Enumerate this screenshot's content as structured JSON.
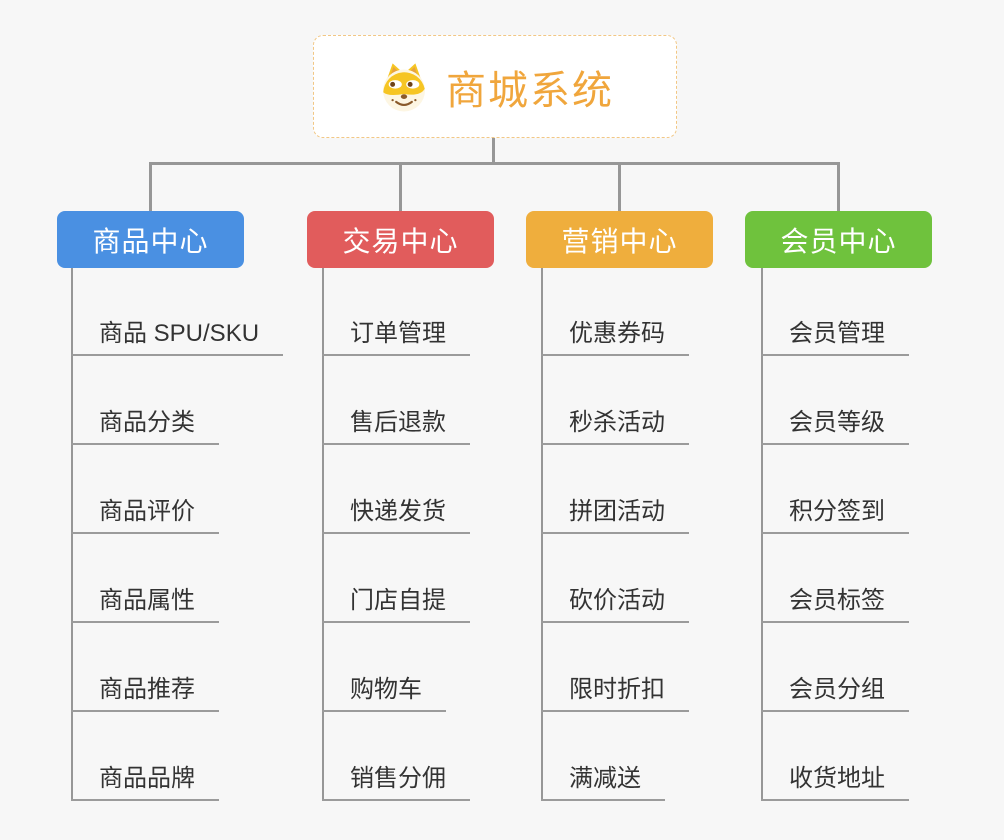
{
  "root": {
    "title": "商城系统",
    "icon": "doge-icon",
    "title_color": "#F0A63C",
    "border_color": "#F2C784"
  },
  "connector_color": "#979797",
  "background_color": "#F7F7F7",
  "branches": [
    {
      "label": "商品中心",
      "color": "#4A90E2",
      "items": [
        "商品 SPU/SKU",
        "商品分类",
        "商品评价",
        "商品属性",
        "商品推荐",
        "商品品牌"
      ]
    },
    {
      "label": "交易中心",
      "color": "#E15C5C",
      "items": [
        "订单管理",
        "售后退款",
        "快递发货",
        "门店自提",
        "购物车",
        "销售分佣"
      ]
    },
    {
      "label": "营销中心",
      "color": "#EFAE3D",
      "items": [
        "优惠券码",
        "秒杀活动",
        "拼团活动",
        "砍价活动",
        "限时折扣",
        "满减送"
      ]
    },
    {
      "label": "会员中心",
      "color": "#6FC23D",
      "items": [
        "会员管理",
        "会员等级",
        "积分签到",
        "会员标签",
        "会员分组",
        "收货地址"
      ]
    }
  ]
}
